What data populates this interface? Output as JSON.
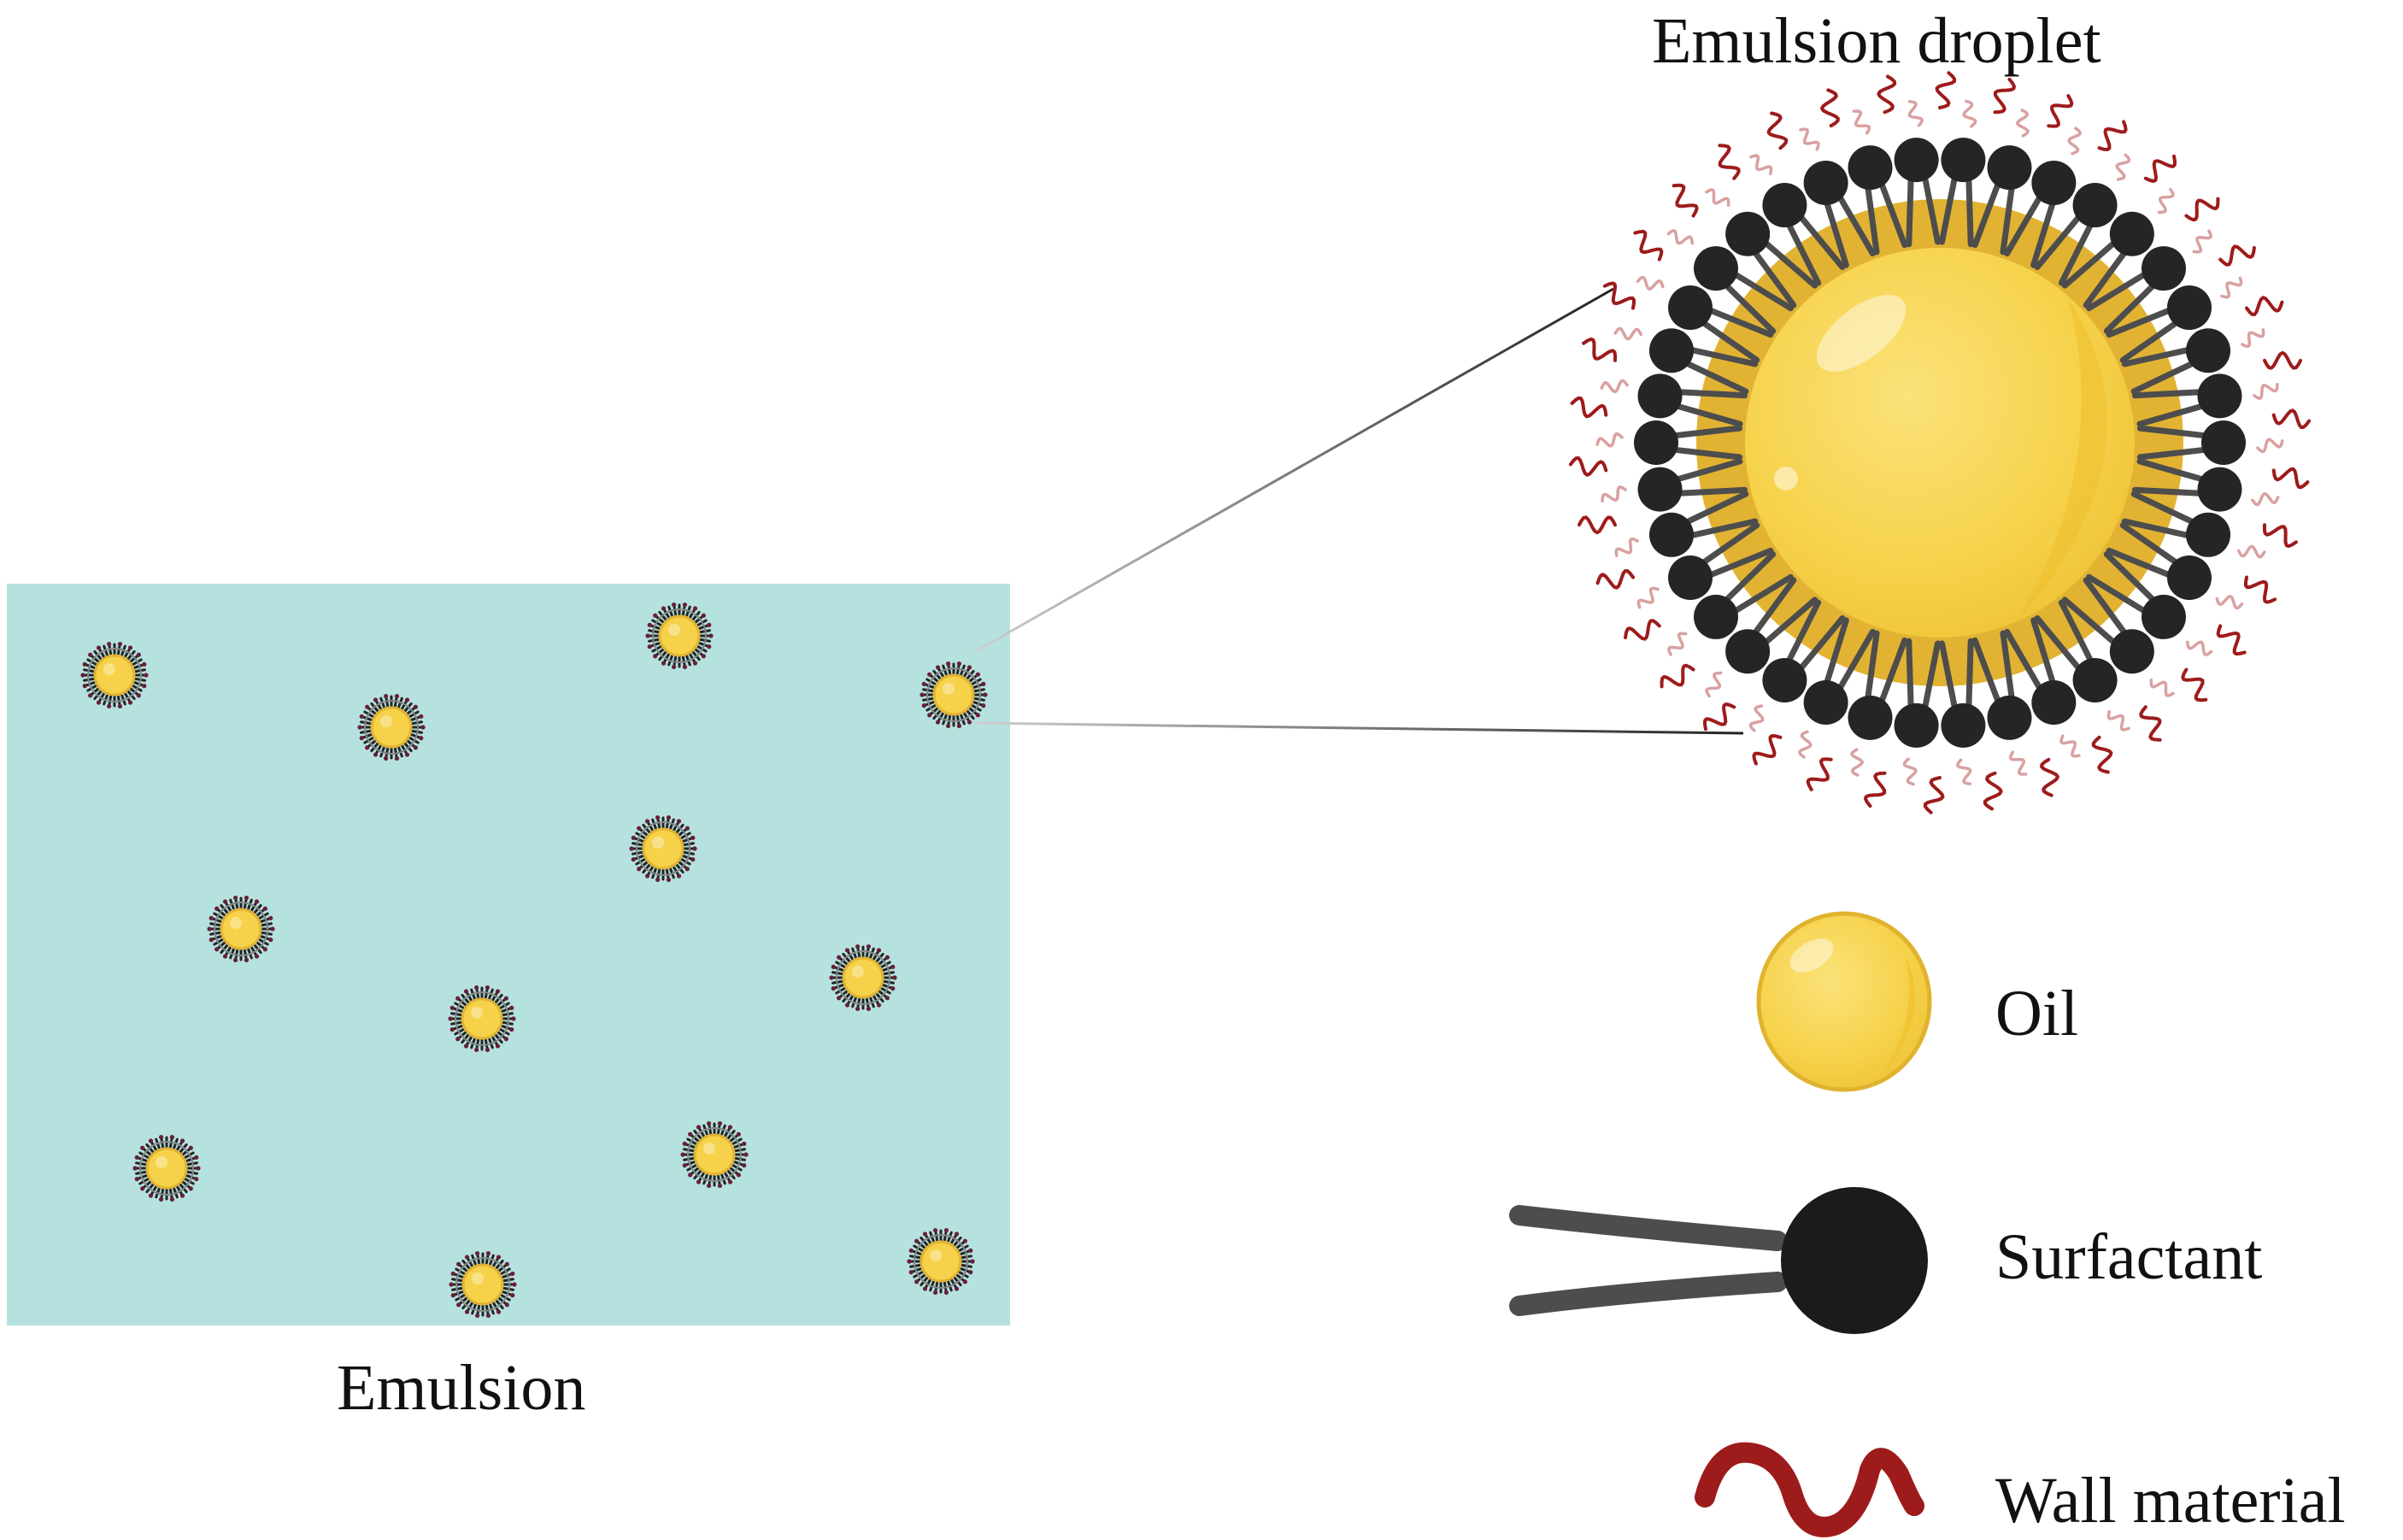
{
  "emulsion": {
    "label": "Emulsion",
    "background_color": "#b5e2de",
    "droplet_count": 12
  },
  "droplet": {
    "title": "Emulsion droplet",
    "oil_color": "#f6d24a",
    "oil_rim_color": "#e2b332",
    "head_color": "#252525",
    "tail_color": "#4d4d4d",
    "wall_color": "#9e1b1b",
    "wall_light_color": "#d9a1a1"
  },
  "legend": {
    "oil": "Oil",
    "surfactant": "Surfactant",
    "wall": "Wall material"
  }
}
